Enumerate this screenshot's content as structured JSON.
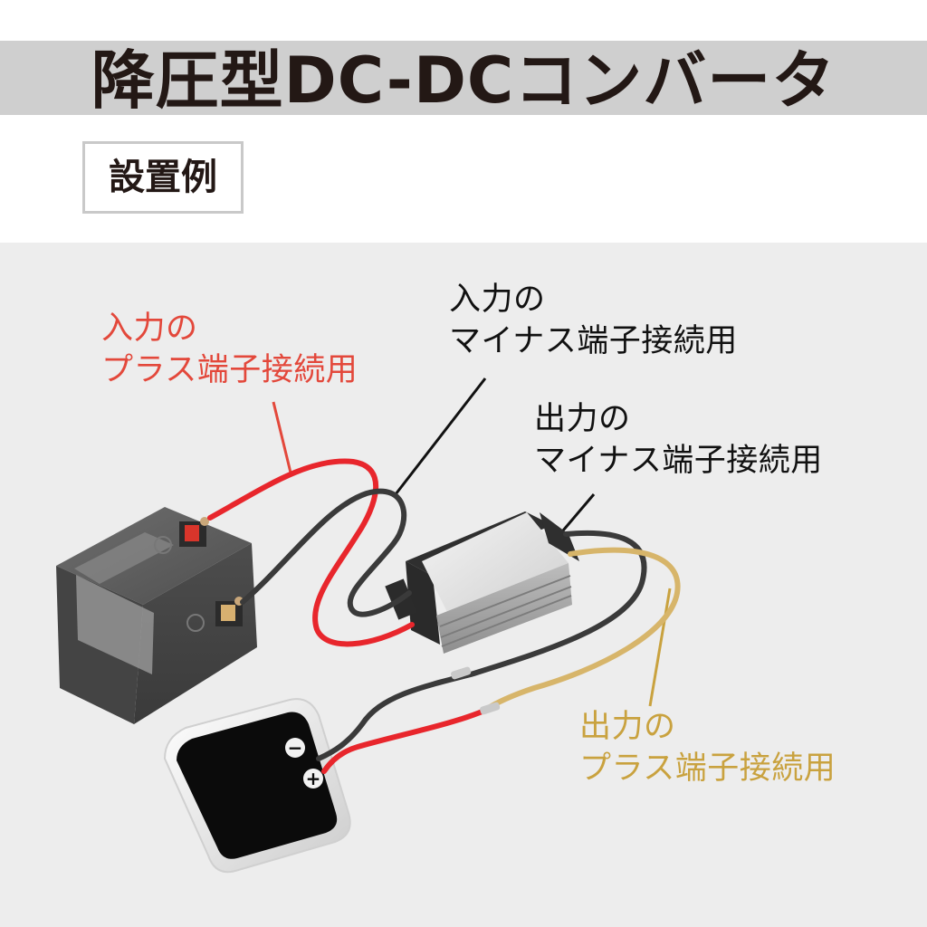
{
  "title": "降圧型DC-DCコンバータ",
  "badge": "設置例",
  "callouts": {
    "input_plus": {
      "line1": "入力の",
      "line2": "プラス端子接続用",
      "color": "#e3483b"
    },
    "input_minus": {
      "line1": "入力の",
      "line2": "マイナス端子接続用",
      "color": "#111111"
    },
    "output_minus": {
      "line1": "出力の",
      "line2": "マイナス端子接続用",
      "color": "#111111"
    },
    "output_plus": {
      "line1": "出力の",
      "line2": "プラス端子接続用",
      "color": "#c9a23f"
    }
  },
  "terminal_symbols": {
    "minus": "−",
    "plus": "+"
  },
  "colors": {
    "wire_red": "#e8262c",
    "wire_black": "#3a3a3a",
    "wire_yellow": "#d7b56a",
    "background": "#ededed",
    "title_band": "#cfcfcf"
  }
}
